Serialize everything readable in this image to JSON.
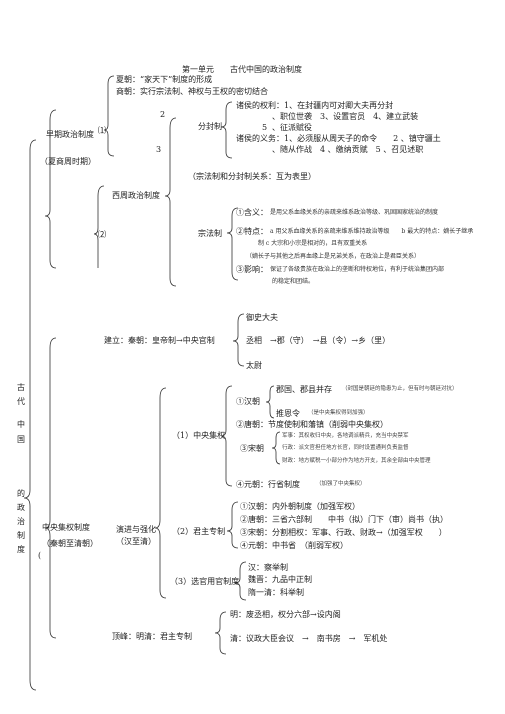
{
  "title": "第一单元　　古代中国的政治制度",
  "root": {
    "chars": [
      "古",
      "代",
      "中",
      "国",
      "的",
      "政",
      "治",
      "制",
      "度"
    ]
  },
  "early": {
    "label": "早期政治制度",
    "period": "（夏商周时期）",
    "n1": "⑴",
    "n2": "⑵",
    "xia": "夏朝：“家天下”制度的形成",
    "shang": "商朝：实行宗法制、神权与王权的密切结合",
    "xizhou": "西周政治制度",
    "fengjian": {
      "num2": "2",
      "num3": "3",
      "label": "分封制",
      "rights1": "诸侯的权利：1、在封疆内可对卿大夫再分封",
      "rights2": "、职位世袭　3、设置官员　4、建立武装",
      "num5": "5",
      "rights3": "、征派赋役",
      "duty1": "诸侯的义务：1、必须服从周天子的命令　　2 、镇守疆土",
      "duty2": "、随从作战　4 、缴纳贡赋　5 、召见述职"
    },
    "relation": "（宗法制和分封制关系：互为表里）",
    "zongfa": {
      "label": "宗法制",
      "meaning_lbl": "①含义：",
      "meaning": "是用父系血缘关系的亲疏来维系政治等级、巩固国家统治的制度",
      "feature_lbl": "②特点：",
      "feature_a": "a 用父系血缘关系的亲疏来维系维持政治等级　　b 最大的特点：嫡长子继承",
      "feature_c": "制 c 大宗和小宗是相对的，且有双重关系",
      "feature_note": "（嫡长子与其他之后再血缘上是兄弟关系，在政治上是君臣关系）",
      "effect_lbl": "③影响：",
      "effect1": "保证了各级贵族在政治上的垄断和特权地位，有利于统治集团内部",
      "effect2": "的稳定和团结。"
    }
  },
  "central": {
    "label": "中央集权制度",
    "period": "（秦朝至清朝）",
    "establish": "建立：秦朝：皇帝制→中央官制",
    "yushi": "御史大夫",
    "chengxiang": "丞相　→郡（守）　→县（令）→乡（里）",
    "taiwei": "太尉",
    "evolve": "演进与强化",
    "evolve_period": "（汉至清）",
    "jq": {
      "label": "（1）中央集权",
      "han": "①汉朝",
      "han1": "郡国、郡县并存",
      "han1_note": "（封国是朝廷的隐患为止，但有时与朝廷对抗）",
      "han2": "推恩令",
      "han2_note": "（是中央集权得到加强）",
      "tang": "②唐朝：节度使制和藩镇（削弱中央集权）",
      "song": "③宋朝",
      "song1": "军事：其权收归中央，各地调派精兵，充当中央禁军",
      "song2": "行政：派文官担任地方长官，同时设置通判负责监督",
      "song3": "财政：地方赋税一小部分作为地方开支，其余全部由中央管理",
      "yuan": "④元朝：行省制度",
      "yuan_note": "（加强了中央集权）"
    },
    "jz": {
      "label": "（2）君主专制",
      "han": "①汉朝：内外朝制度（加强军权）",
      "tang": "②唐朝：三省六部制　　中书（拟）门下（审）尚书（执）",
      "song": "③宋朝：分割相权：军事、行政、财政→（加强军权　　）",
      "yuan": "④元朝：中书省　（削弱军权）"
    },
    "xg": {
      "label": "（3）选官用官制度",
      "han": "汉：察举制",
      "wei": "魏晋：九品中正制",
      "sui": "隋一清：科举制"
    },
    "peak": "顶峰：明清：君主专制",
    "ming": "明：废丞相，权分六部→设内阁",
    "qing": "清：议政大臣会议　→　南书房　→　军机处",
    "paren": "("
  }
}
